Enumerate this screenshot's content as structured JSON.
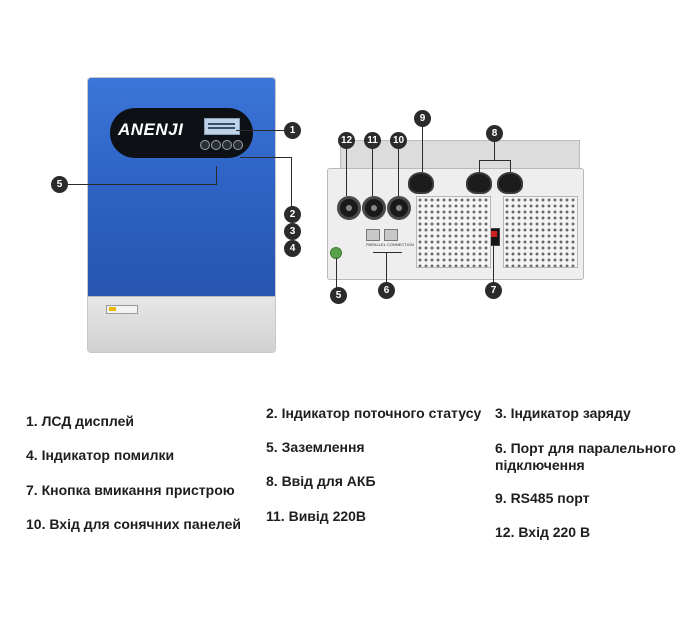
{
  "brand": {
    "logo_text": "ANENJI"
  },
  "callouts": {
    "c1": "1",
    "c2": "2",
    "c3": "3",
    "c4": "4",
    "c5_front": "5",
    "c12": "12",
    "c11": "11",
    "c10": "10",
    "c9": "9",
    "c8": "8",
    "c5_bottom": "5",
    "c6": "6",
    "c7": "7"
  },
  "bottom_labels": {
    "parallel_connection": "PARALLEL CONNECTION"
  },
  "legend": {
    "item_1": "1. ЛСД дисплей",
    "item_2": "2. Індикатор поточного статусу",
    "item_3": "3. Індикатор заряду",
    "item_4": "4. Індикатор помилки",
    "item_5": "5. Заземлення",
    "item_6_line1": "6. Порт для паралельного",
    "item_6_line2": "підключення",
    "item_7": "7. Кнопка вмикання пристрою",
    "item_8": "8. Ввід для АКБ",
    "item_9": "9. RS485 порт",
    "item_10": "10. Вхід для сонячних панелей",
    "item_11": "11. Вивід 220В",
    "item_12": "12. Вхід 220 В"
  },
  "colors": {
    "body_blue": "#2f64c6",
    "callout_dark": "#2b2b2b"
  }
}
